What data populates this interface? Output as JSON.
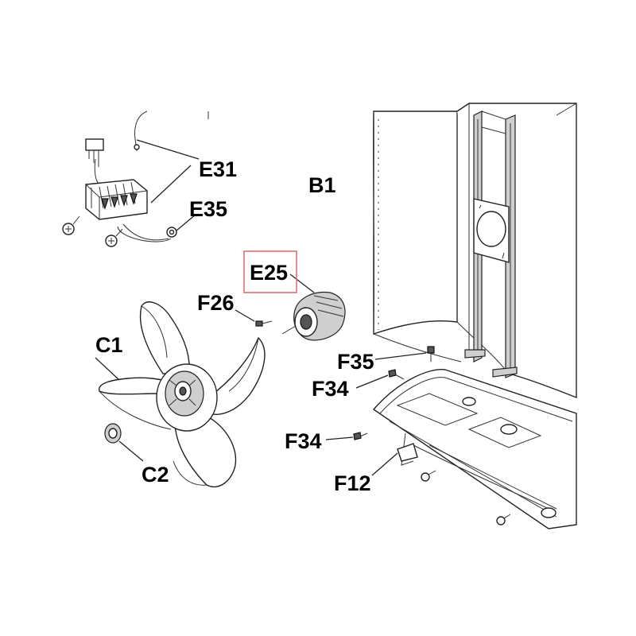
{
  "labels": {
    "E31": "E31",
    "E35": "E35",
    "B1": "B1",
    "E25": "E25",
    "F26": "F26",
    "C1": "C1",
    "F35": "F35",
    "F34_a": "F34",
    "F34_b": "F34",
    "C2": "C2",
    "F12": "F12"
  },
  "highlight_color": "#e07070",
  "icons": {
    "screws": "screw-icon",
    "motor": "fan-motor-icon",
    "fan": "propeller-fan-icon",
    "nut": "nut-icon"
  }
}
